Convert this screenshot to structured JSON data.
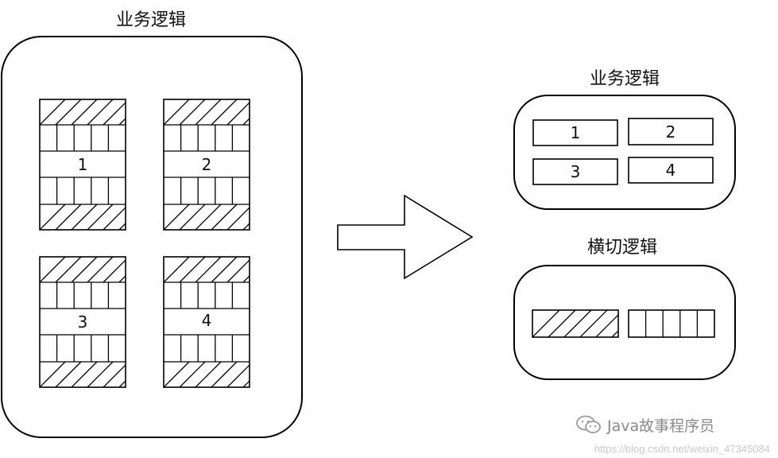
{
  "left_panel": {
    "title": "业务逻辑",
    "modules": [
      "1",
      "2",
      "3",
      "4"
    ]
  },
  "right_panel": {
    "business": {
      "title": "业务逻辑",
      "modules": [
        "1",
        "2",
        "3",
        "4"
      ]
    },
    "crosscut": {
      "title": "横切逻辑"
    }
  },
  "watermark": {
    "account": "Java故事程序员",
    "url": "https://blog.csdn.net/weixin_47345084",
    "icon": "wechat-icon"
  }
}
